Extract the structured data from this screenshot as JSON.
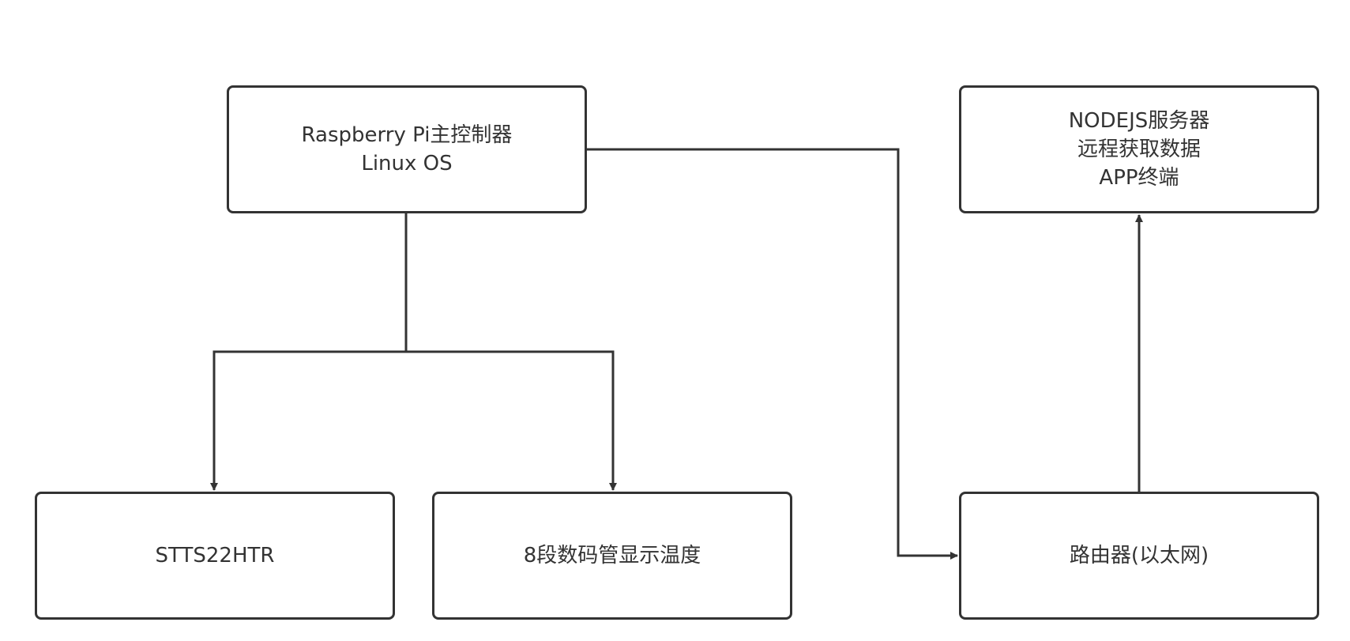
{
  "diagram": {
    "nodes": {
      "controller": {
        "lines": [
          "Raspberry Pi主控制器",
          "Linux OS"
        ]
      },
      "server": {
        "lines": [
          "NODEJS服务器",
          "远程获取数据",
          "APP终端"
        ]
      },
      "sensor": {
        "lines": [
          "STTS22HTR"
        ]
      },
      "display": {
        "lines": [
          "8段数码管显示温度"
        ]
      },
      "router": {
        "lines": [
          "路由器(以太网)"
        ]
      }
    },
    "edges": [
      {
        "from": "controller",
        "to": "sensor"
      },
      {
        "from": "controller",
        "to": "display"
      },
      {
        "from": "controller",
        "to": "router"
      },
      {
        "from": "router",
        "to": "server"
      }
    ],
    "colors": {
      "stroke": "#333333",
      "fill": "#ffffff",
      "text": "#333333"
    }
  }
}
